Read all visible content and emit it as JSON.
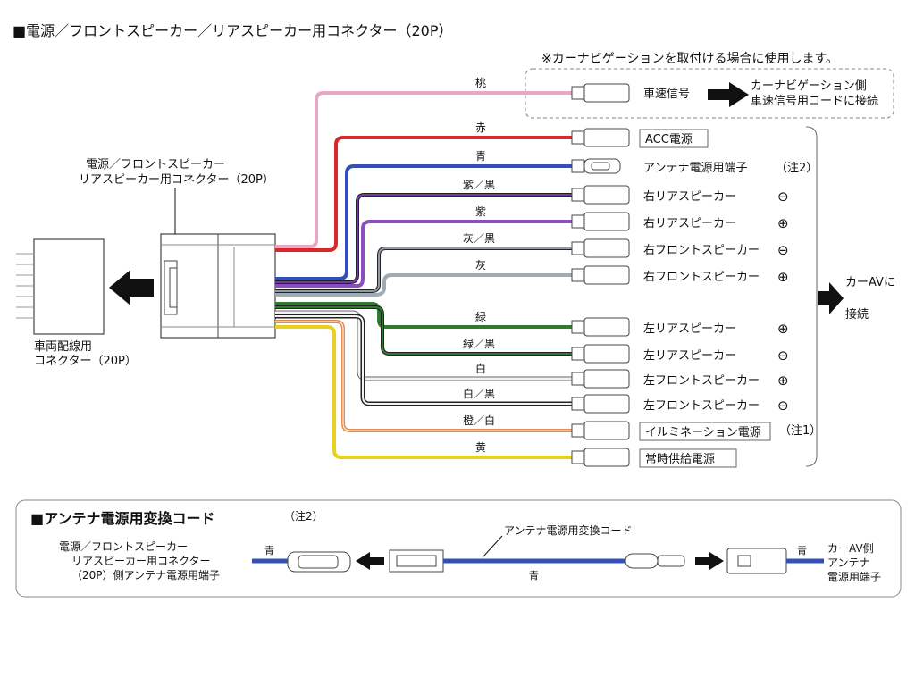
{
  "header": {
    "title": "■電源／フロントスピーカー／リアスピーカー用コネクター（20P）",
    "note_nav": "※カーナビゲーションを取付ける場合に使用します。"
  },
  "connectors": {
    "main_label_1": "電源／フロントスピーカー",
    "main_label_2": "リアスピーカー用コネクター（20P）",
    "vehicle_label_1": "車両配線用",
    "vehicle_label_2": "コネクター（20P）"
  },
  "wires": [
    {
      "color_name": "桃",
      "hex": "#e8a8c4",
      "target": "車速信号",
      "sign": "",
      "note": ""
    },
    {
      "color_name": "赤",
      "hex": "#d8282a",
      "target": "ACC電源",
      "sign": "",
      "note": ""
    },
    {
      "color_name": "青",
      "hex": "#3450b8",
      "target": "アンテナ電源用端子",
      "sign": "",
      "note": "（注2）"
    },
    {
      "color_name": "紫／黒",
      "hex": "#7040a0",
      "target": "右リアスピーカー",
      "sign": "⊖",
      "note": ""
    },
    {
      "color_name": "紫",
      "hex": "#8a4ec0",
      "target": "右リアスピーカー",
      "sign": "⊕",
      "note": ""
    },
    {
      "color_name": "灰／黒",
      "hex": "#909aa4",
      "target": "右フロントスピーカー",
      "sign": "⊖",
      "note": ""
    },
    {
      "color_name": "灰",
      "hex": "#a0aab4",
      "target": "右フロントスピーカー",
      "sign": "⊕",
      "note": ""
    },
    {
      "color_name": "緑",
      "hex": "#2e7a30",
      "target": "左リアスピーカー",
      "sign": "⊕",
      "note": ""
    },
    {
      "color_name": "緑／黒",
      "hex": "#2e7a30",
      "target": "左リアスピーカー",
      "sign": "⊖",
      "note": ""
    },
    {
      "color_name": "白",
      "hex": "#f4f4f4",
      "target": "左フロントスピーカー",
      "sign": "⊕",
      "note": ""
    },
    {
      "color_name": "白／黒",
      "hex": "#f4f4f4",
      "target": "左フロントスピーカー",
      "sign": "⊖",
      "note": ""
    },
    {
      "color_name": "橙／白",
      "hex": "#e88a4c",
      "target": "イルミネーション電源",
      "sign": "",
      "note": "（注1）"
    },
    {
      "color_name": "黄",
      "hex": "#e8d020",
      "target": "常時供給電源",
      "sign": "",
      "note": ""
    }
  ],
  "nav_target": {
    "line1": "カーナビゲーション側",
    "line2": "車速信号用コードに接続"
  },
  "car_av": {
    "line1": "カーAVに",
    "line2": "接続"
  },
  "antenna_section": {
    "title": "■アンテナ電源用変換コード",
    "note": "（注2）",
    "left_1": "電源／フロントスピーカー",
    "left_2": "リアスピーカー用コネクター",
    "left_3": "（20P）側アンテナ電源用端子",
    "cord_label": "アンテナ電源用変換コード",
    "wire_left": "青",
    "wire_mid": "青",
    "wire_right": "青",
    "right_1": "カーAV側",
    "right_2": "アンテナ",
    "right_3": "電源用端子"
  }
}
